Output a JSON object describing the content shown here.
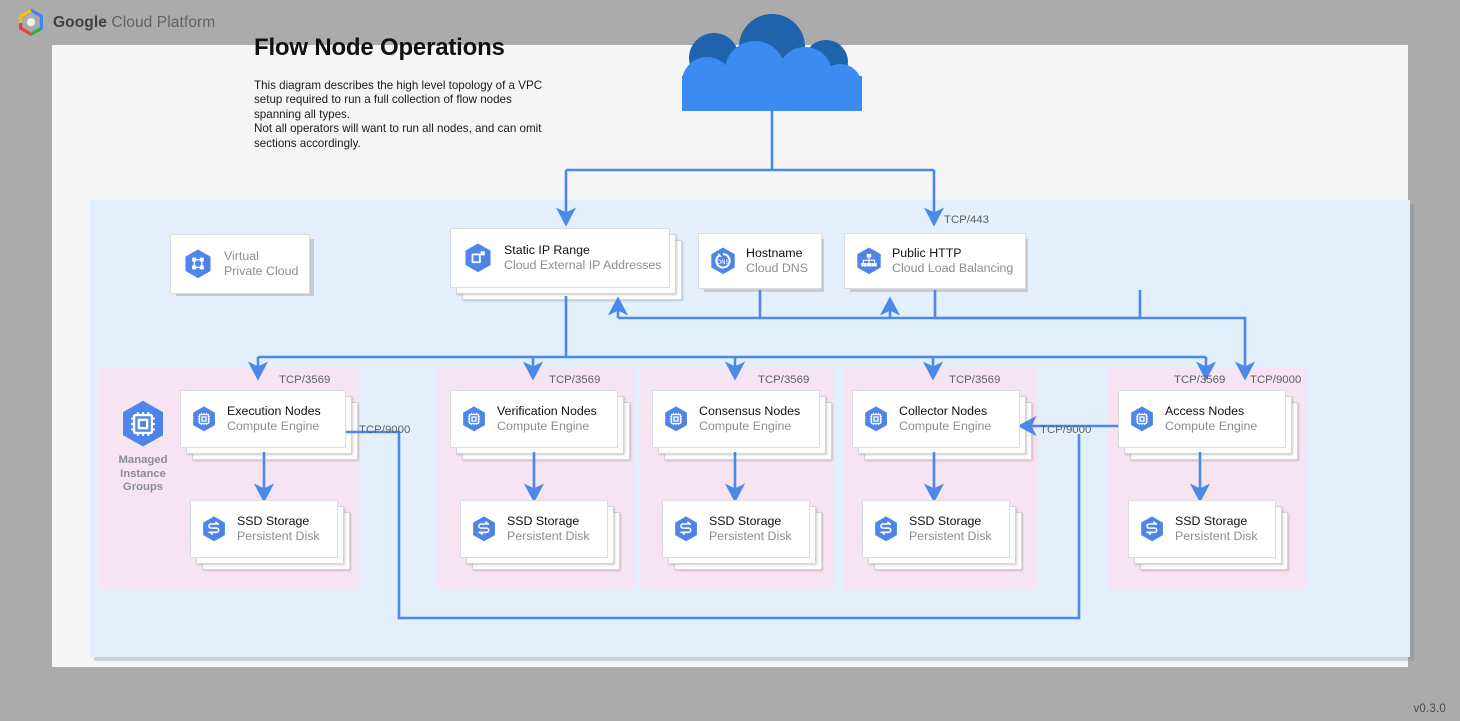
{
  "header": {
    "logo_icon": "google-cloud-platform-logo",
    "brand_bold": "Google",
    "brand_rest": " Cloud Platform"
  },
  "version_label": "v0.3.0",
  "diagram": {
    "title": "Flow Node Operations",
    "description": "This diagram describes the high level topology of a VPC setup required to run a full collection of flow nodes spanning all types.\nNot all operators will want to run all nodes, and can omit sections accordingly.",
    "internet_cloud_icon": "cloud-icon"
  },
  "colors": {
    "accent_blue": "#4a89e8",
    "icon_blue": "#5086ec",
    "vpc_panel": "#e3f0fc",
    "group_panel": "#f7e4f2",
    "cloud_front": "#3b8bf0",
    "cloud_back": "#1f63ad",
    "page": "#f5f5f5",
    "desktop": "#ababab"
  },
  "top_row": [
    {
      "name": "vpc",
      "title": "Virtual",
      "subtitle": "Private Cloud",
      "icon": "virtual-private-cloud-icon",
      "muted": true
    },
    {
      "name": "static-ip",
      "title": "Static IP Range",
      "subtitle": "Cloud External IP Addresses",
      "icon": "cloud-external-ip-icon",
      "muted": false
    },
    {
      "name": "hostname",
      "title": "Hostname",
      "subtitle": "Cloud DNS",
      "icon": "cloud-dns-icon",
      "muted": false
    },
    {
      "name": "public-http",
      "title": "Public HTTP",
      "subtitle": "Cloud Load Balancing",
      "icon": "cloud-load-balancing-icon",
      "muted": false
    }
  ],
  "groups": [
    {
      "name": "execution",
      "mig_label": "Managed\nInstance\nGroups",
      "mig_icon": "managed-instance-group-icon",
      "node": {
        "title": "Execution Nodes",
        "subtitle": "Compute Engine",
        "icon": "compute-engine-icon"
      },
      "storage": {
        "title": "SSD Storage",
        "subtitle": "Persistent Disk",
        "icon": "persistent-disk-icon"
      },
      "ingress_port": "TCP/3569",
      "side_port": "TCP/9000"
    },
    {
      "name": "verification",
      "node": {
        "title": "Verification Nodes",
        "subtitle": "Compute Engine",
        "icon": "compute-engine-icon"
      },
      "storage": {
        "title": "SSD Storage",
        "subtitle": "Persistent Disk",
        "icon": "persistent-disk-icon"
      },
      "ingress_port": "TCP/3569"
    },
    {
      "name": "consensus",
      "node": {
        "title": "Consensus Nodes",
        "subtitle": "Compute Engine",
        "icon": "compute-engine-icon"
      },
      "storage": {
        "title": "SSD Storage",
        "subtitle": "Persistent Disk",
        "icon": "persistent-disk-icon"
      },
      "ingress_port": "TCP/3569"
    },
    {
      "name": "collector",
      "node": {
        "title": "Collector Nodes",
        "subtitle": "Compute Engine",
        "icon": "compute-engine-icon"
      },
      "storage": {
        "title": "SSD Storage",
        "subtitle": "Persistent Disk",
        "icon": "persistent-disk-icon"
      },
      "ingress_port": "TCP/3569",
      "side_port": "TCP/9000"
    },
    {
      "name": "access",
      "node": {
        "title": "Access Nodes",
        "subtitle": "Compute Engine",
        "icon": "compute-engine-icon"
      },
      "storage": {
        "title": "SSD Storage",
        "subtitle": "Persistent Disk",
        "icon": "persistent-disk-icon"
      },
      "ingress_port": "TCP/3569",
      "extra_port": "TCP/9000"
    }
  ],
  "edge_labels": {
    "lb_ingress": "TCP/443"
  }
}
